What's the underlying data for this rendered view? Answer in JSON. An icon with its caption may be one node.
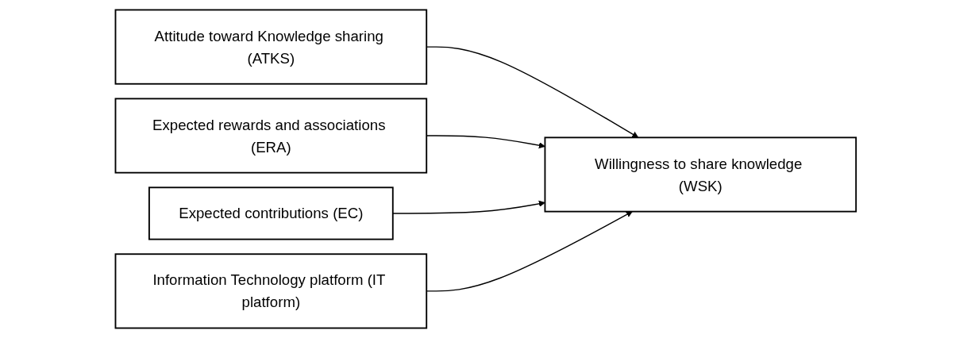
{
  "diagram": {
    "nodes": [
      {
        "text": [
          "Attitude toward Knowledge sharing (ATKS)"
        ]
      },
      {
        "text": [
          "Expected rewards and associations (ERA)"
        ]
      },
      {
        "text": [
          "Expected contributions (EC)"
        ]
      },
      {
        "text": [
          "Information Technology platform (IT platform)"
        ]
      },
      {
        "text": [
          "Willingness to share knowledge (WSK)"
        ]
      }
    ],
    "edges": [
      {
        "from": 0,
        "to": 4,
        "arrow": "to"
      },
      {
        "from": 1,
        "to": 4,
        "arrow": "to"
      },
      {
        "from": 2,
        "to": 4,
        "arrow": "to"
      },
      {
        "from": 3,
        "to": 4,
        "arrow": "to"
      }
    ]
  }
}
